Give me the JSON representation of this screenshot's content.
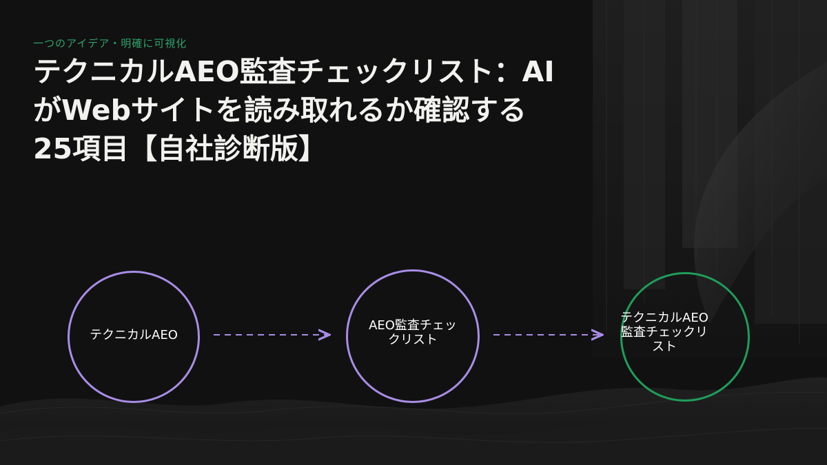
{
  "kicker": "一つのアイデア・明確に可視化",
  "title": "テクニカルAEO監査チェックリスト：AIがWebサイトを読み取れるか確認する25項目【自社診断版】",
  "diagram": {
    "nodes": [
      {
        "label": "テクニカルAEO",
        "stroke": "#a98de6"
      },
      {
        "label": "AEO監査チェッ\nクリスト",
        "stroke": "#a98de6"
      },
      {
        "label": "テクニカルAEO\n監査チェックリ\nスト",
        "stroke": "#1f9e5a"
      }
    ],
    "edges": [
      {
        "from": 0,
        "to": 1,
        "style": "dashed",
        "color": "#a98de6"
      },
      {
        "from": 1,
        "to": 2,
        "style": "dashed",
        "color": "#a98de6"
      }
    ]
  }
}
